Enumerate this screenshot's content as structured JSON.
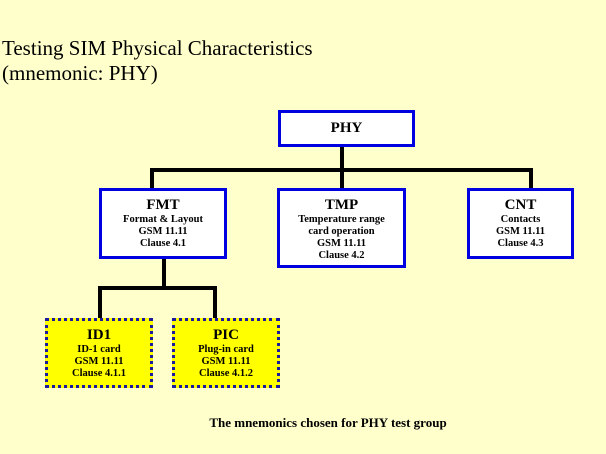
{
  "title": {
    "line1": "Testing SIM Physical Characteristics",
    "line2": "(mnemonic: PHY)"
  },
  "root": {
    "label": "PHY"
  },
  "nodes": [
    {
      "label": "FMT",
      "lines": [
        "Format & Layout",
        "GSM 11.11",
        "Clause 4.1"
      ]
    },
    {
      "label": "TMP",
      "lines": [
        "Temperature range",
        "card operation",
        "GSM 11.11",
        "Clause 4.2"
      ]
    },
    {
      "label": "CNT",
      "lines": [
        "Contacts",
        "GSM 11.11",
        "Clause 4.3"
      ]
    }
  ],
  "leaves": [
    {
      "label": "ID1",
      "lines": [
        "ID-1 card",
        "GSM 11.11",
        "Clause 4.1.1"
      ]
    },
    {
      "label": "PIC",
      "lines": [
        "Plug-in card",
        "GSM 11.11",
        "Clause 4.1.2"
      ]
    }
  ],
  "caption": "The mnemonics chosen for PHY test group",
  "colors": {
    "background": "#ffffcc",
    "box_border": "#0000e0",
    "leaf_fill": "#ffff00"
  }
}
